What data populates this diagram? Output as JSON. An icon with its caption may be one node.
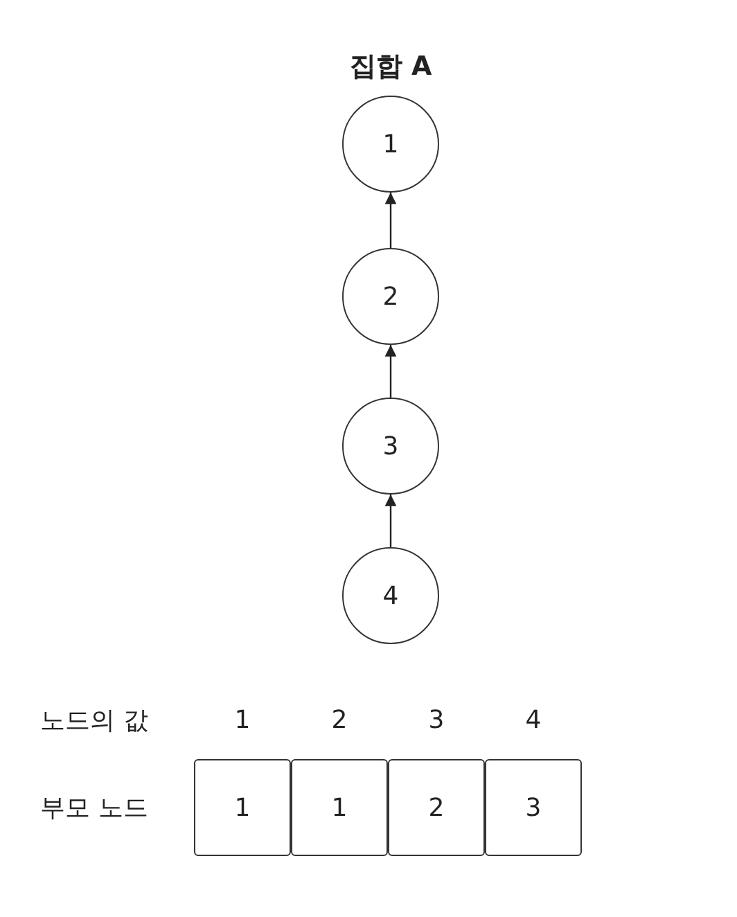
{
  "diagram": {
    "title": "집합 A",
    "nodes": [
      {
        "text": [
          "1"
        ]
      },
      {
        "text": [
          "2"
        ]
      },
      {
        "text": [
          "3"
        ]
      },
      {
        "text": [
          "4"
        ]
      },
      {
        "text": [
          "1"
        ]
      },
      {
        "text": [
          "1"
        ]
      },
      {
        "text": [
          "2"
        ]
      },
      {
        "text": [
          "3"
        ]
      }
    ],
    "edges": [
      {
        "from": 1,
        "to": 0,
        "arrow": "to"
      },
      {
        "from": 2,
        "to": 1,
        "arrow": "to"
      },
      {
        "from": 3,
        "to": 2,
        "arrow": "to"
      }
    ],
    "labels": [
      "노드의 값",
      "1",
      "2",
      "3",
      "4",
      "부모 노드"
    ]
  }
}
